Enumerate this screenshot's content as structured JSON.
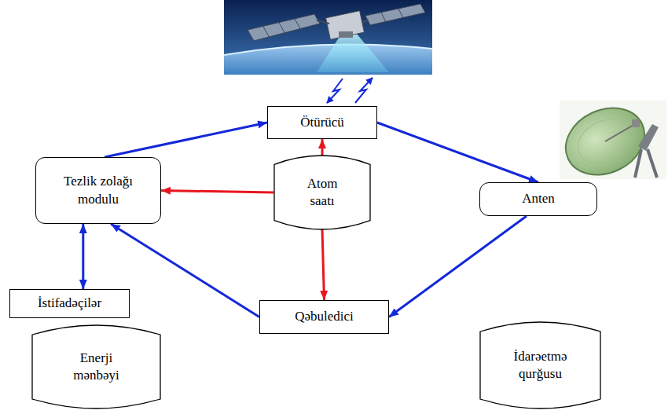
{
  "diagram": {
    "nodes": [
      {
        "text": [
          "Ötürücü"
        ]
      },
      {
        "text": [
          "Tezlik zolağı modulu"
        ]
      },
      {
        "text": [
          "Atom saatı"
        ]
      },
      {
        "text": [
          "Anten"
        ]
      },
      {
        "text": [
          "İstifadəçilər"
        ]
      },
      {
        "text": [
          "Qəbuledici"
        ]
      },
      {
        "text": [
          "Enerji mənbəyi"
        ]
      },
      {
        "text": [
          "İdarəetmə qurğusu"
        ]
      }
    ],
    "edges": [
      {
        "from": 1,
        "to": 0,
        "arrow": "to"
      },
      {
        "from": 0,
        "to": 3,
        "arrow": "to"
      },
      {
        "from": 3,
        "to": 5,
        "arrow": "to"
      },
      {
        "from": 5,
        "to": 1,
        "arrow": "to"
      },
      {
        "from": 1,
        "to": 4,
        "arrow": "both"
      },
      {
        "from": 2,
        "to": 0,
        "arrow": "to"
      },
      {
        "from": 2,
        "to": 1,
        "arrow": "to"
      },
      {
        "from": 2,
        "to": 5,
        "arrow": "to"
      }
    ]
  }
}
